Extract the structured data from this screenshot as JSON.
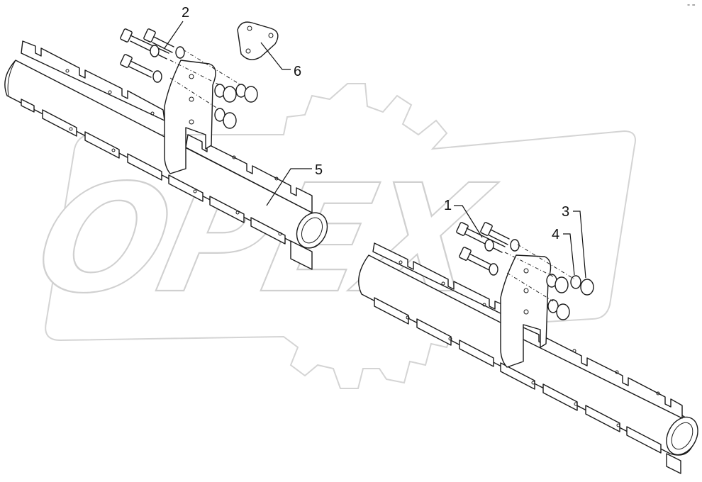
{
  "callouts": {
    "c1": "1",
    "c2": "2",
    "c3": "3",
    "c4": "4",
    "c5": "5",
    "c6": "6"
  },
  "watermark": {
    "text": "OPEX"
  },
  "corner_mark": "≈ ═"
}
